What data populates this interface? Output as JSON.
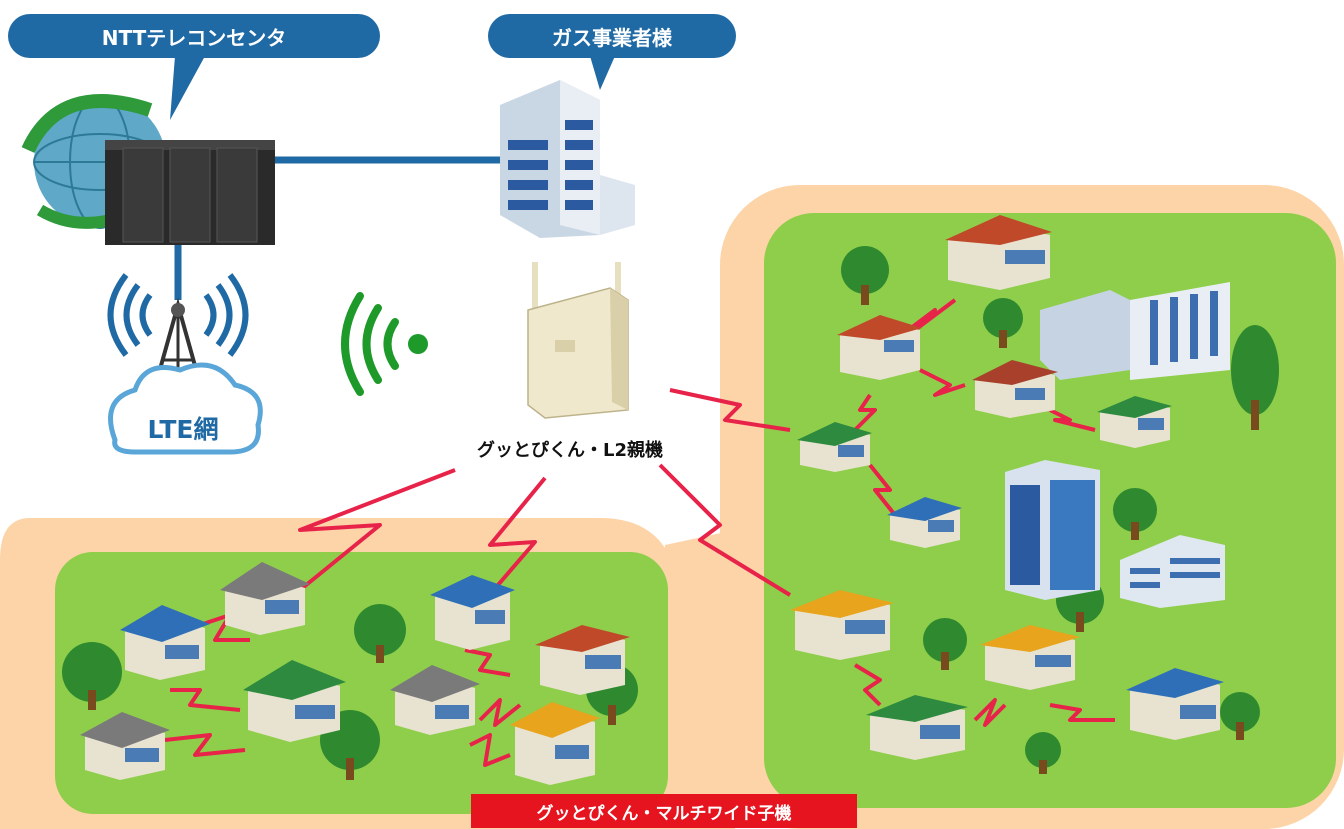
{
  "labels": {
    "ntt_center": "NTTテレコンセンタ",
    "gas_company": "ガス事業者様",
    "lte_network": "LTE網",
    "parent_unit": "グッとぴくん・L2親機",
    "child_unit": "グッとぴくん・マルチワイド子機"
  },
  "colors": {
    "bubble_blue": "#1f6aa5",
    "zone_outer": "#fcd4a8",
    "zone_inner": "#8fce4a",
    "link_red": "#e8234a",
    "label_red": "#e5141f",
    "signal_green": "#1e9a2a"
  },
  "icons": {
    "globe": "globe-icon",
    "server": "server-rack-icon",
    "building": "office-building-icon",
    "tower": "radio-tower-icon",
    "cloud": "cloud-icon",
    "wifi": "wireless-signal-icon",
    "device": "gateway-device-icon",
    "house": "house-icon",
    "tree": "tree-icon"
  }
}
